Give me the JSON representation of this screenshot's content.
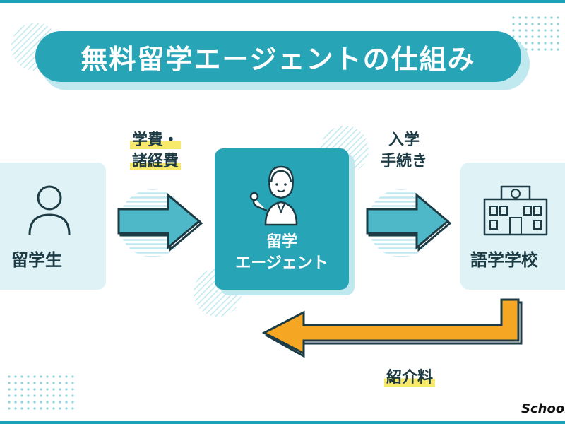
{
  "title": "無料留学エージェントの仕組み",
  "nodes": {
    "student": {
      "label": "留学生",
      "icon": "person-icon"
    },
    "agent": {
      "label_line1": "留学",
      "label_line2": "エージェント",
      "icon": "agent-woman-icon"
    },
    "school": {
      "label": "語学学校",
      "icon": "school-building-icon"
    }
  },
  "flows": {
    "fees": {
      "line1": "学費・",
      "line2": "諸経費"
    },
    "enrollment": {
      "line1": "入学",
      "line2": "手続き"
    },
    "commission": {
      "label": "紹介料"
    }
  },
  "watermark": "School",
  "colors": {
    "teal": "#27a5b6",
    "light_teal": "#dff3f6",
    "pale_teal": "#bfe9ef",
    "orange": "#f5a623",
    "highlight": "#f7e96a",
    "text_dark": "#1c3b44"
  }
}
